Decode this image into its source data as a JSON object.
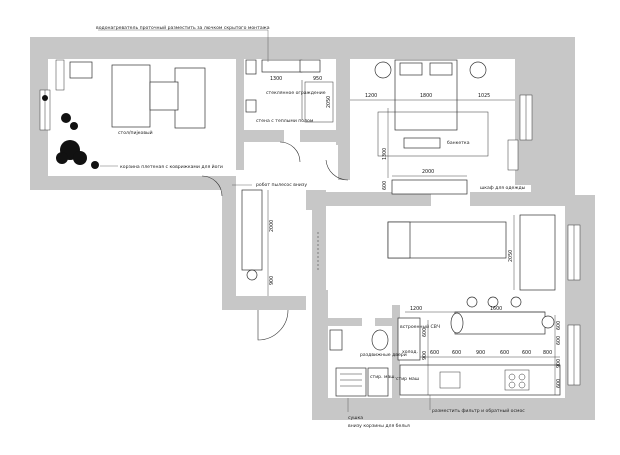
{
  "annotations": {
    "top_leader": "водонагреватель проточный разместить за лючком скрытого монтажа",
    "desk": "стол/пиjковый",
    "basket": "корзина плетеная с коврижками для йоги",
    "glass": "стеклянное ограждение",
    "wall_shelf": "стена с теплыми полом",
    "robot": "робот пылесос внизу",
    "bench": "банкетка",
    "wardrobe": "шкаф для одежды",
    "dryer": "сушка",
    "laundry": "внизу корзины для белья",
    "filter": "разместить фильтр и обратный осмос",
    "sliding_door": "раздвижные двери",
    "washer": "стир. маш.",
    "built_in": "встроенный СВЧ",
    "fridge": "холод.",
    "wash2": "стир маш"
  },
  "dimensions": {
    "bath_top_a": "1300",
    "bath_top_b": "950",
    "bath_side": "2050",
    "bed_left": "1200",
    "bed_width": "1800",
    "bed_right": "1025",
    "bed_vert": "1300",
    "bed_small": "600",
    "wardrobe": "2000",
    "corridor_a": "2000",
    "corridor_b": "900",
    "sofa": "2050",
    "table_a": "1200",
    "table_b": "1600",
    "kitchen_a": "600",
    "kitchen_b": "600",
    "kitchen_c": "900",
    "kitchen_d": "600",
    "kitchen_e": "600",
    "kitchen_f": "800",
    "side_a": "600",
    "side_b": "600",
    "side_c": "900",
    "side_d": "600",
    "k_left_a": "600",
    "k_left_b": "900"
  }
}
